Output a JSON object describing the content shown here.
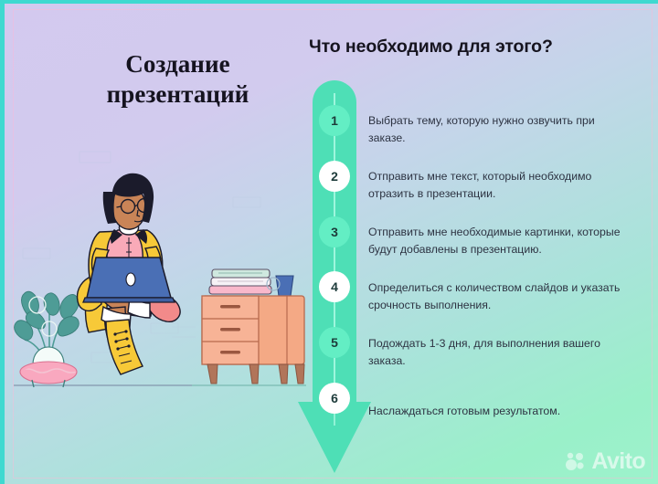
{
  "slide": {
    "left_title": "Создание\nпрезентаций",
    "main_heading": "Что необходимо для этого?",
    "accent_color": "#4edfb6",
    "step_circle_odd_color": "#63eec4",
    "step_circle_even_color": "#ffffff",
    "title_color": "#15131f",
    "body_text_color": "#2d3342"
  },
  "steps": [
    {
      "number": "1",
      "text": "Выбрать тему, которую нужно озвучить при заказе."
    },
    {
      "number": "2",
      "text": "Отправить мне текст, который необходимо отразить в презентации."
    },
    {
      "number": "3",
      "text": "Отправить мне необходимые картинки, которые будут добавлены в презентацию."
    },
    {
      "number": "4",
      "text": "Определиться с количеством слайдов и указать срочность выполнения."
    },
    {
      "number": "5",
      "text": "Подождать 1-3 дня, для выполнения вашего заказа."
    },
    {
      "number": "6",
      "text": "Наслаждаться готовым результатом."
    }
  ],
  "watermark": {
    "brand": "Avito"
  },
  "illustration": {
    "alt": "woman-with-laptop-illustration",
    "person_hair_color": "#1b1b2b",
    "cardigan_color": "#f7c938",
    "shirt_color": "#f9aab8",
    "laptop_color": "#4a6fb5",
    "skin_color": "#c98457",
    "dresser_color": "#f4a985",
    "plant_color": "#4e9c96"
  }
}
